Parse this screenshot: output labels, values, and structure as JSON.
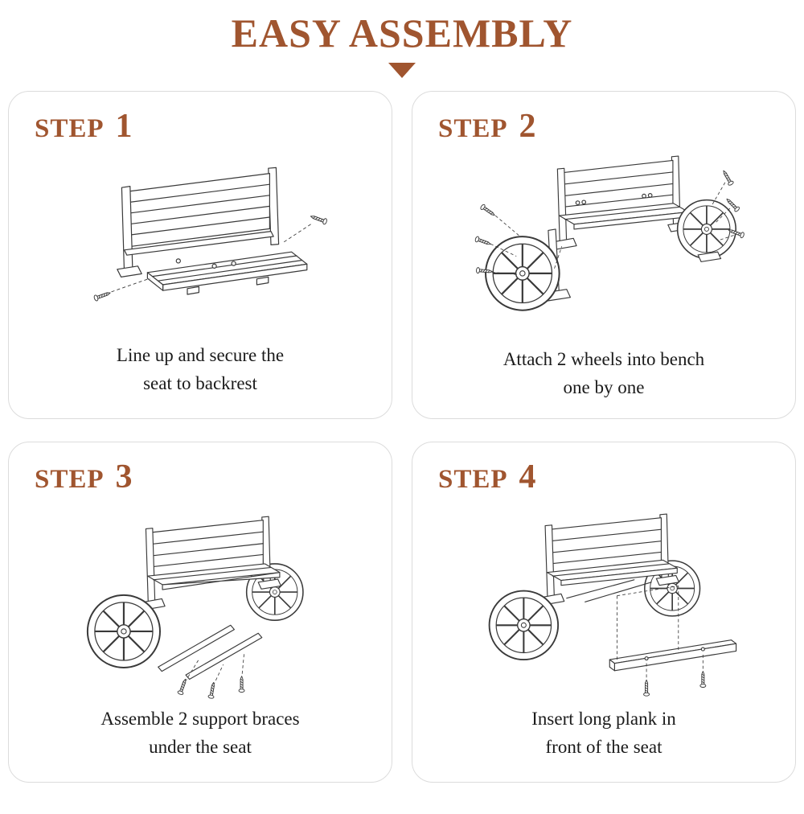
{
  "theme": {
    "accent": "#a0552f",
    "text": "#1b1b1b",
    "line": "#3a3a3a",
    "card_border": "#dcdcdc",
    "background": "#ffffff"
  },
  "header": {
    "title": "EASY ASSEMBLY",
    "arrow_icon": "down-triangle"
  },
  "steps": [
    {
      "label": "STEP",
      "number": "1",
      "caption_line1": "Line up and secure the",
      "caption_line2": "seat to backrest",
      "illustration": "bench-seat-aligned-to-backrest-with-screws"
    },
    {
      "label": "STEP",
      "number": "2",
      "caption_line1": "Attach 2 wheels into bench",
      "caption_line2": "one by one",
      "illustration": "two-wagon-wheels-attached-to-bench-with-screws"
    },
    {
      "label": "STEP",
      "number": "3",
      "caption_line1": "Assemble 2 support braces",
      "caption_line2": "under the seat",
      "illustration": "two-support-braces-under-seat-with-screws"
    },
    {
      "label": "STEP",
      "number": "4",
      "caption_line1": "Insert long plank in",
      "caption_line2": "front of the seat",
      "illustration": "long-plank-in-front-of-seat-with-screws"
    }
  ]
}
